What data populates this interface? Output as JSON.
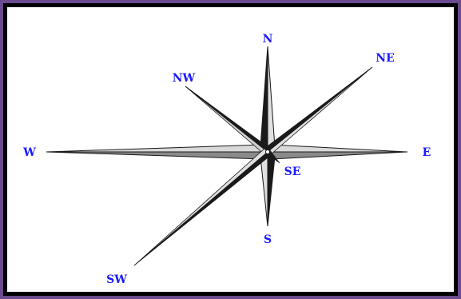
{
  "diagram": {
    "labels": {
      "n": "N",
      "ne": "NE",
      "e": "E",
      "se": "SE",
      "s": "S",
      "sw": "SW",
      "w": "W",
      "nw": "NW"
    },
    "colors": {
      "frame_outer": "#6b4a8e",
      "frame_border": "#000000",
      "background": "#ffffff",
      "label": "#1a1aff",
      "ray_dark": "#1a1a1a",
      "ray_light": "#bfbfbf"
    }
  }
}
